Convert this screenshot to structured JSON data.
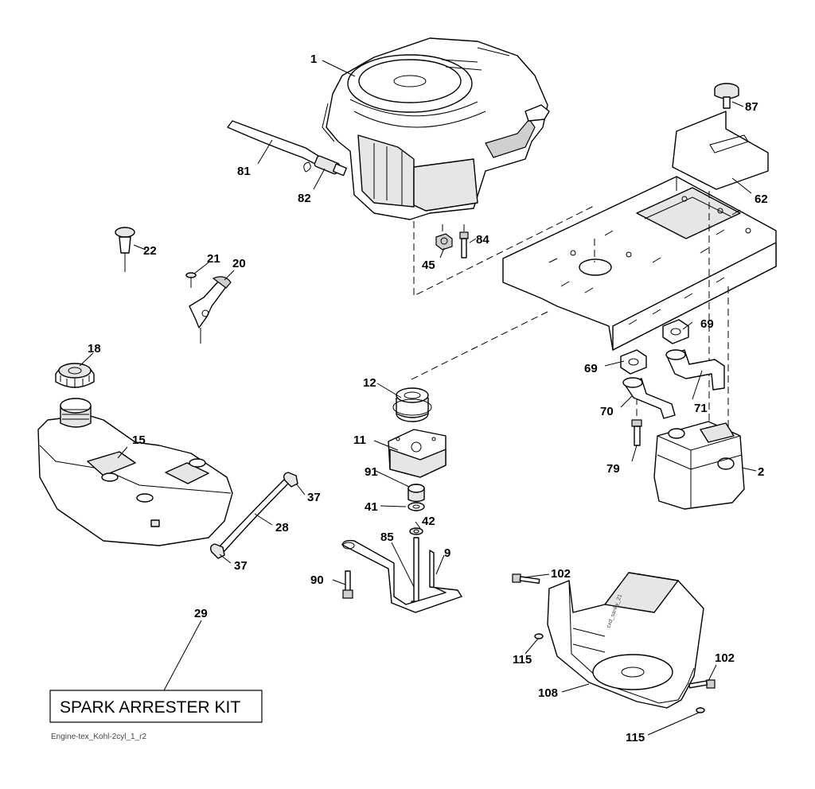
{
  "callouts": [
    {
      "id": "c1",
      "label": "1"
    },
    {
      "id": "c2",
      "label": "2"
    },
    {
      "id": "c9",
      "label": "9"
    },
    {
      "id": "c11",
      "label": "11"
    },
    {
      "id": "c12",
      "label": "12"
    },
    {
      "id": "c15",
      "label": "15"
    },
    {
      "id": "c18",
      "label": "18"
    },
    {
      "id": "c20",
      "label": "20"
    },
    {
      "id": "c21",
      "label": "21"
    },
    {
      "id": "c22",
      "label": "22"
    },
    {
      "id": "c28",
      "label": "28"
    },
    {
      "id": "c29",
      "label": "29"
    },
    {
      "id": "c37a",
      "label": "37"
    },
    {
      "id": "c37b",
      "label": "37"
    },
    {
      "id": "c41",
      "label": "41"
    },
    {
      "id": "c42",
      "label": "42"
    },
    {
      "id": "c45",
      "label": "45"
    },
    {
      "id": "c62",
      "label": "62"
    },
    {
      "id": "c69a",
      "label": "69"
    },
    {
      "id": "c69b",
      "label": "69"
    },
    {
      "id": "c70",
      "label": "70"
    },
    {
      "id": "c71",
      "label": "71"
    },
    {
      "id": "c79",
      "label": "79"
    },
    {
      "id": "c81",
      "label": "81"
    },
    {
      "id": "c82",
      "label": "82"
    },
    {
      "id": "c84",
      "label": "84"
    },
    {
      "id": "c85",
      "label": "85"
    },
    {
      "id": "c87",
      "label": "87"
    },
    {
      "id": "c90",
      "label": "90"
    },
    {
      "id": "c91",
      "label": "91"
    },
    {
      "id": "c102a",
      "label": "102"
    },
    {
      "id": "c102b",
      "label": "102"
    },
    {
      "id": "c108",
      "label": "108"
    },
    {
      "id": "c115a",
      "label": "115"
    },
    {
      "id": "c115b",
      "label": "115"
    }
  ],
  "kit_label": "SPARK ARRESTER KIT",
  "footer_code": "Engine-tex_Kohl-2cyl_1_r2",
  "stamp_code": "cxd_sanky_21"
}
